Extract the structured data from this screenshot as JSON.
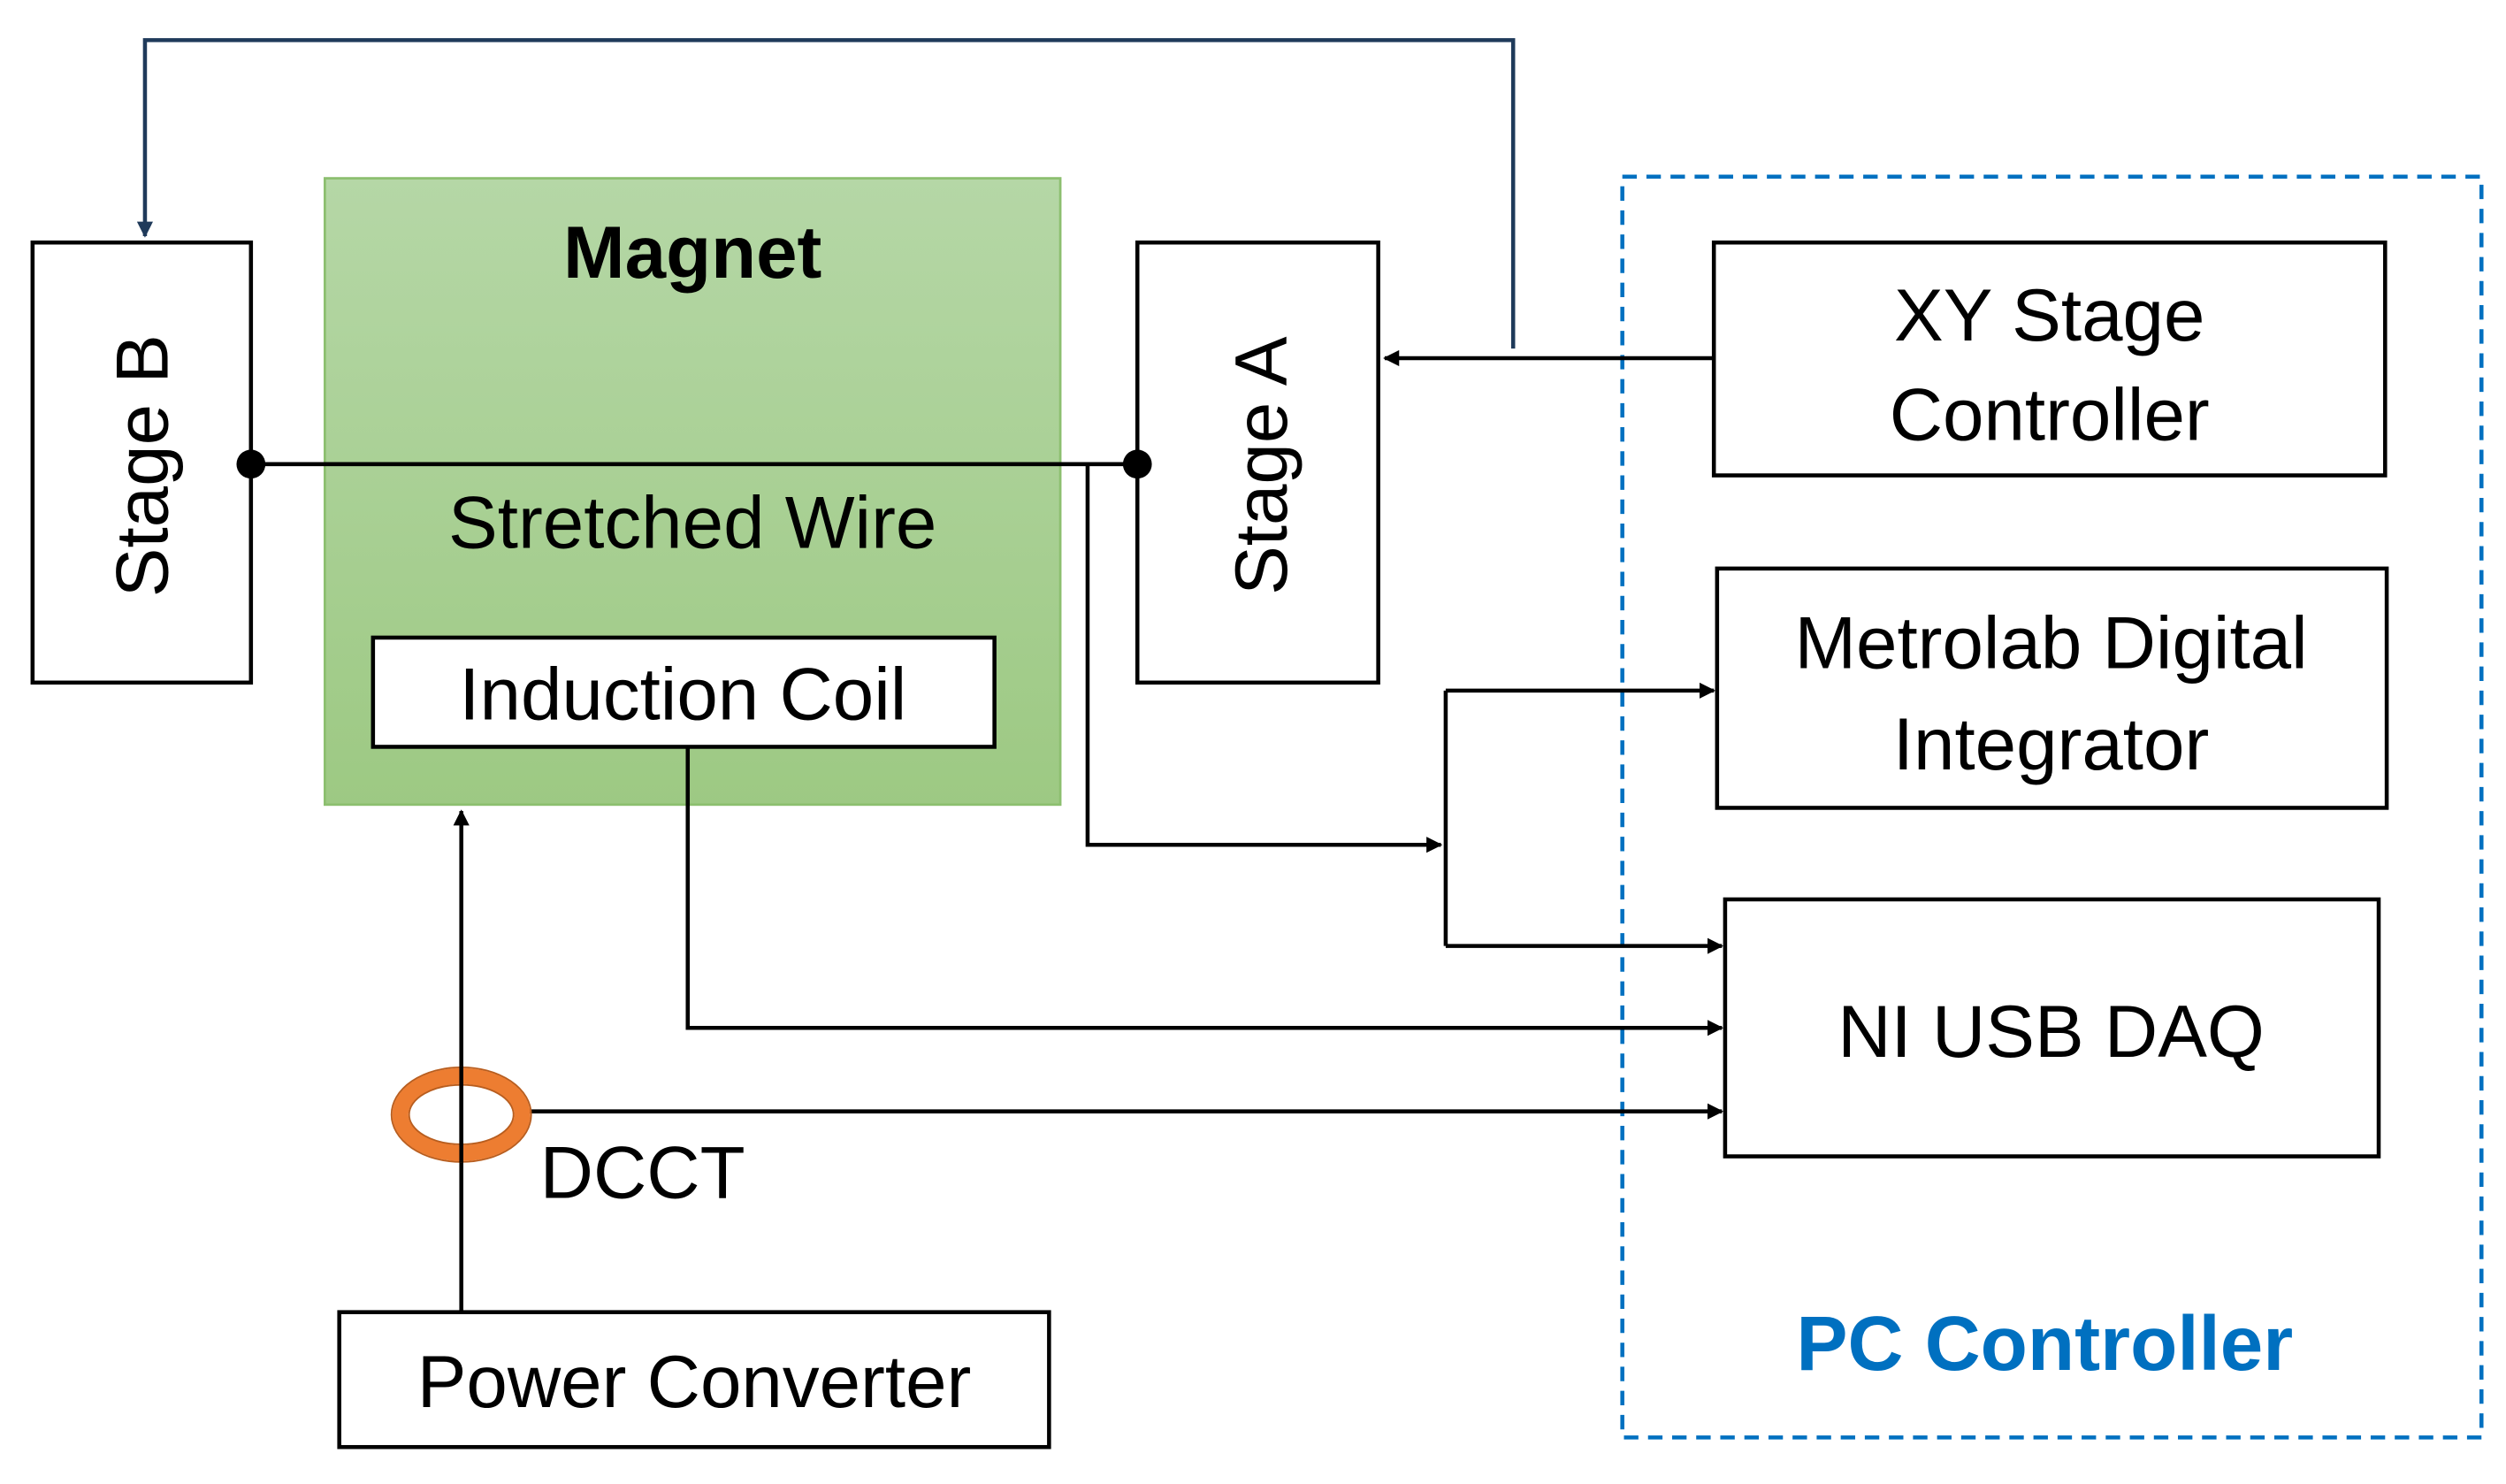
{
  "labels": {
    "magnet": "Magnet",
    "stretched_wire": "Stretched Wire",
    "induction_coil": "Induction Coil",
    "stage_b": "Stage B",
    "stage_a": "Stage A",
    "xy_stage_line1": "XY Stage",
    "xy_stage_line2": "Controller",
    "metrolab_line1": "Metrolab Digital",
    "metrolab_line2": "Integrator",
    "ni_usb_daq": "NI USB DAQ",
    "dcct": "DCCT",
    "power_converter": "Power Converter",
    "pc_controller": "PC Controller"
  },
  "colors": {
    "magnet_fill_top": "#b5d7a6",
    "magnet_fill_bottom": "#9dc983",
    "magnet_border": "#8cbf6f",
    "dcct_ring": "#ed7d31",
    "pc_controller": "#0070c0",
    "stage_link": "#1f3a5a"
  }
}
